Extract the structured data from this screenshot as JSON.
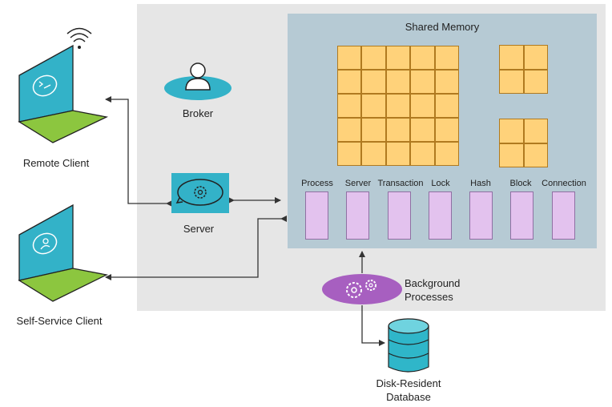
{
  "diagram": {
    "shared_memory": {
      "title": "Shared Memory"
    },
    "nodes": {
      "broker": "Broker",
      "server": "Server",
      "background_processes": [
        "Background",
        "Processes"
      ],
      "database": [
        "Disk-Resident",
        "Database"
      ],
      "remote_client": "Remote Client",
      "self_service_client": "Self-Service Client"
    },
    "segments": [
      "Process",
      "Server",
      "Transaction",
      "Lock",
      "Hash",
      "Block",
      "Connection"
    ]
  },
  "colors": {
    "server_area": "#e6e6e6",
    "shared_memory": "#b6cad4",
    "memory_cell": "#ffd27a",
    "segment": "#e3c2ee",
    "laptop_screen": "#33b2c8",
    "laptop_base": "#8cc63f",
    "broker": "#33b2c8",
    "background_processes": "#a75fc0",
    "database": "#2fb6c9"
  },
  "icons": {
    "broker": "person-icon",
    "server": "gears-cycle-icon",
    "background_processes": "gears-icon",
    "database": "database-cylinder-icon",
    "remote_client": "laptop-wifi-icon",
    "self_service_client": "laptop-user-icon"
  }
}
